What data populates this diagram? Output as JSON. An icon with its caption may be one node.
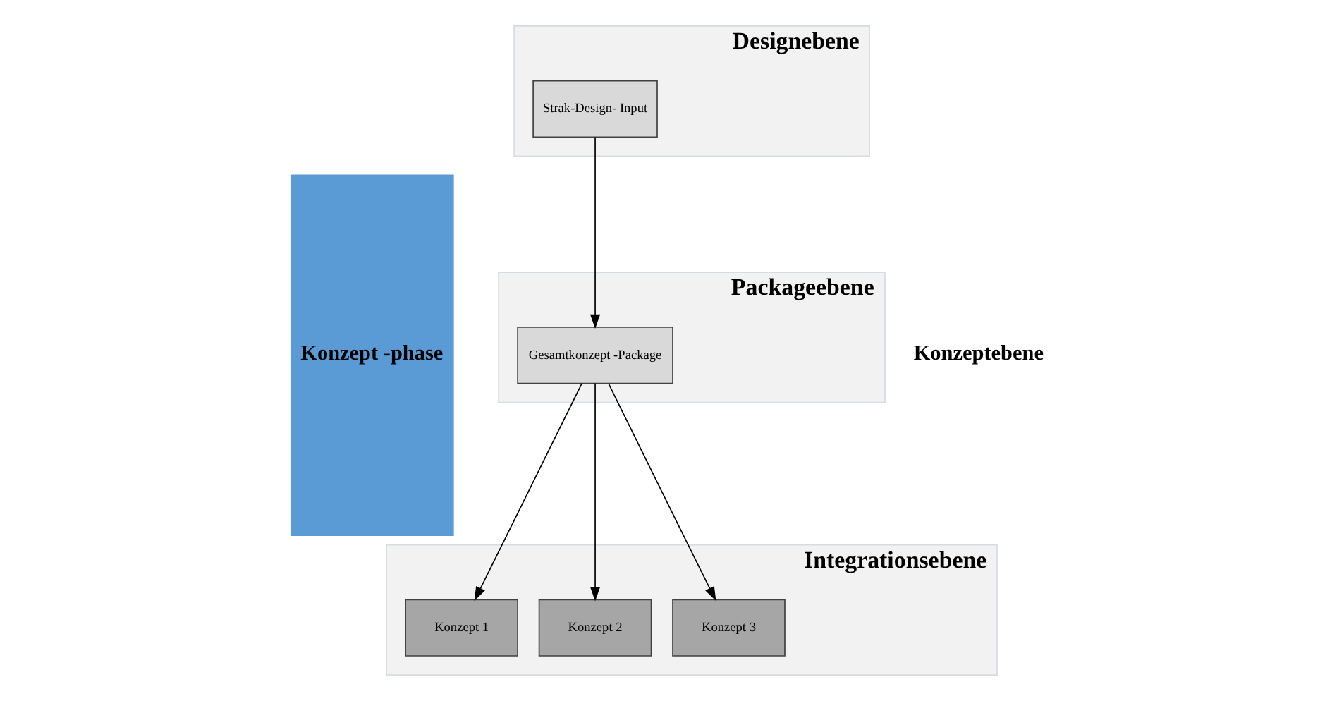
{
  "diagram": {
    "nodes": [
      {
        "text": [
          "Konzept -phase"
        ]
      },
      {
        "text": [
          "Designebene"
        ]
      },
      {
        "text": [
          "Strak-Design- Input"
        ],
        "in": 1
      },
      {
        "text": [
          "Packageebene"
        ]
      },
      {
        "text": [
          "Gesamtkonzept -Package"
        ],
        "in": 3
      },
      {
        "text": [
          "Integrationsebene"
        ]
      },
      {
        "text": [
          "Konzept 1"
        ],
        "in": 5
      },
      {
        "text": [
          "Konzept 2"
        ],
        "in": 5
      },
      {
        "text": [
          "Konzept 3"
        ],
        "in": 5
      }
    ],
    "edges": [
      {
        "from": 2,
        "to": 4,
        "arrow": "to"
      },
      {
        "from": 4,
        "to": 6,
        "arrow": "to"
      },
      {
        "from": 4,
        "to": 7,
        "arrow": "to"
      },
      {
        "from": 4,
        "to": 8,
        "arrow": "to"
      }
    ],
    "labels": [
      "Konzeptebene"
    ]
  }
}
